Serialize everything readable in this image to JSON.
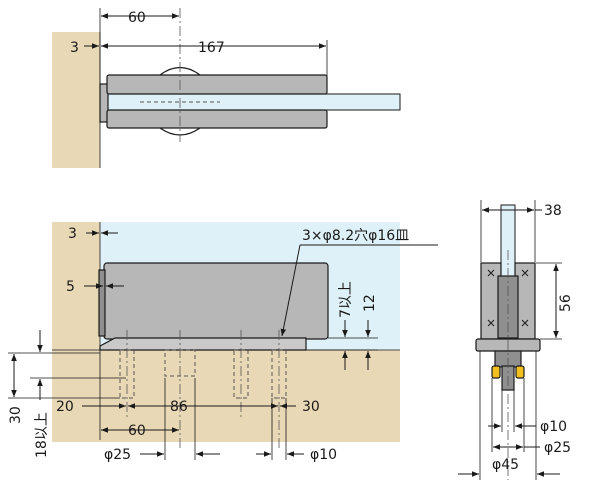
{
  "colors": {
    "wall": "#e9d8b6",
    "glass": "#dff1f8",
    "metal": "#b7b7b7",
    "metal_dark": "#8f8f8f",
    "screw": "#f0c020",
    "ink": "#1a1a1a"
  },
  "top_view": {
    "dim_60": "60",
    "dim_167": "167",
    "dim_3": "3"
  },
  "front_view": {
    "dim_3": "3",
    "dim_5": "5",
    "hole_spec": "3×φ8.2穴φ16皿",
    "dim_7min": "7以上",
    "dim_12": "12",
    "dim_20": "20",
    "dim_86": "86",
    "dim_30_right": "30",
    "dim_30_left": "30",
    "dim_18min": "18以上",
    "dim_60": "60",
    "dim_phi25": "φ25",
    "dim_phi10": "φ10"
  },
  "side_view": {
    "dim_38": "38",
    "dim_56": "56",
    "dim_phi10": "φ10",
    "dim_phi25": "φ25",
    "dim_phi45": "φ45"
  }
}
